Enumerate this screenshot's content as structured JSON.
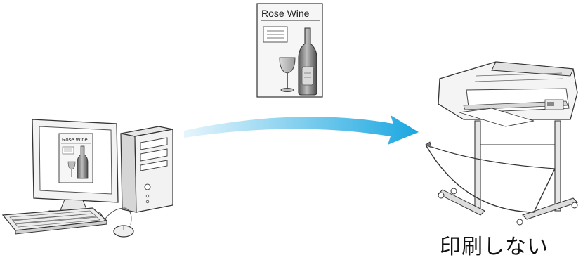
{
  "document": {
    "title": "Rose Wine"
  },
  "screen_document": {
    "title": "Rose Wine"
  },
  "caption": "印刷しない",
  "colors": {
    "arrow_start": "#e6f5fc",
    "arrow_end": "#1aa7e0",
    "line": "#333333",
    "paper_bg": "#f6f6f6"
  }
}
